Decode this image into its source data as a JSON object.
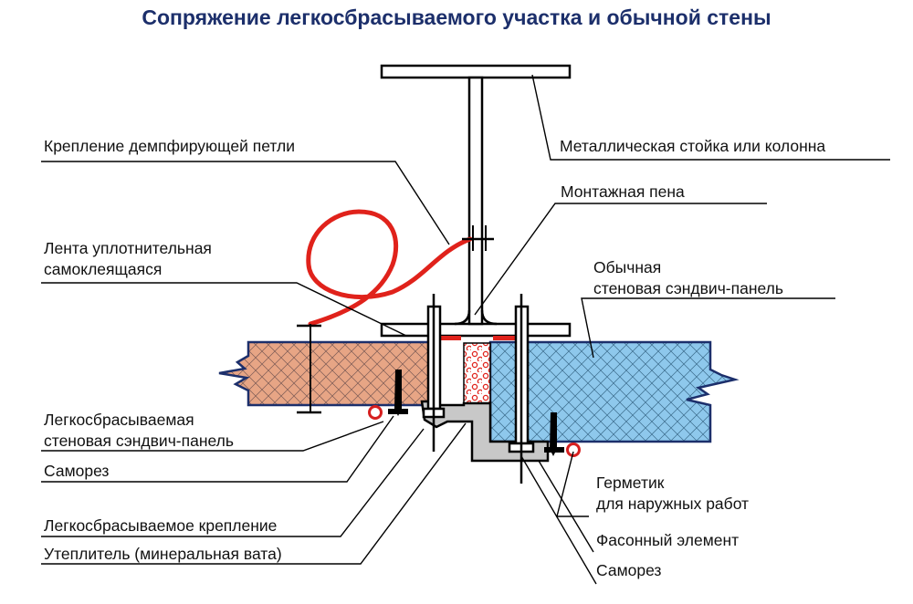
{
  "title": "Сопряжение легкосбрасываемого участка и обычной стены",
  "labels": {
    "damper_mount": "Крепление демпфирующей петли",
    "column": "Металлическая стойка или колонна",
    "foam": "Монтажная пена",
    "tape_l1": "Лента уплотнительная",
    "tape_l2": "самоклеящаяся",
    "regular_l1": "Обычная",
    "regular_l2": "стеновая сэндвич-панель",
    "blowout_l1": "Легкосбрасываемая",
    "blowout_l2": "стеновая сэндвич-панель",
    "screw_left": "Саморез",
    "sealant_l1": "Герметик",
    "sealant_l2": "для наружных работ",
    "blowout_fastener": "Легкосбрасываемое крепление",
    "shaped": "Фасонный элемент",
    "insulation": "Утеплитель (минеральная вата)",
    "screw_right": "Саморез"
  },
  "colors": {
    "title": "#1c2f6b",
    "blowout_panel": "#e7a585",
    "regular_panel": "#8ec8ec",
    "panel_skin": "#1c2f6b",
    "damper_loop": "#e0221b",
    "sealant": "#d61f1f",
    "steel": "#000000"
  }
}
